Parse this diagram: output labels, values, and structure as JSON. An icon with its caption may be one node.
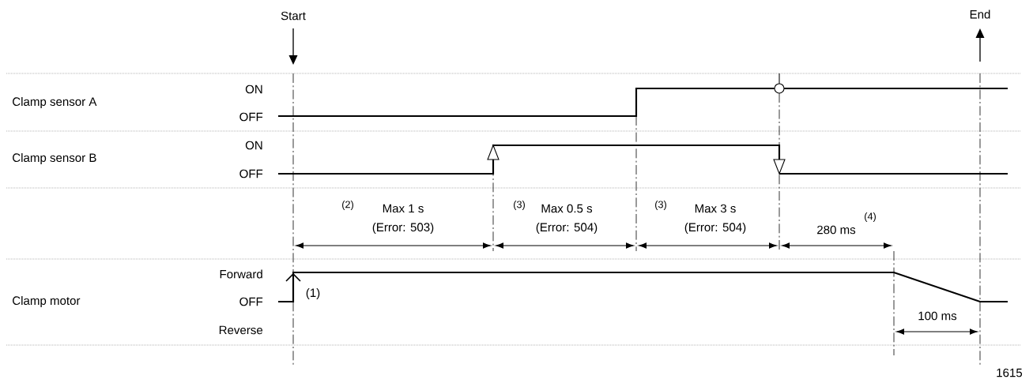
{
  "diagram": {
    "labels": [
      "Start",
      "End",
      "ON",
      "Clamp sensor A",
      "OFF",
      "ON",
      "Clamp sensor B",
      "OFF",
      "(2)",
      "Max 1 s",
      "(3)",
      "Max 0.5 s",
      "(3)",
      "Max 3 s",
      "(Error: 503)",
      "(Error: 504)",
      "(Error: 504)",
      "(4)",
      "280 ms",
      "Forward",
      "(1)",
      "Clamp motor",
      "OFF",
      "Reverse",
      "100 ms",
      "1615"
    ]
  }
}
